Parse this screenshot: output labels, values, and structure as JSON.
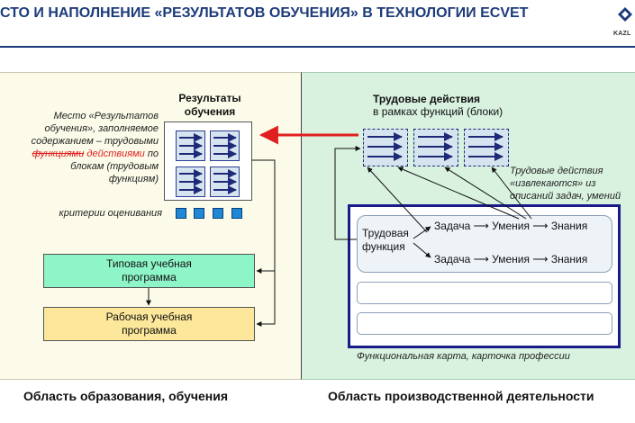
{
  "title": "СТО И НАПОЛНЕНИЕ «РЕЗУЛЬТАТОВ ОБУЧЕНИЯ» В ТЕХНОЛОГИИ ECVET",
  "logo": {
    "name": "KAZL",
    "brand_color": "#1c3b7a",
    "icon": "diamond-logo-icon"
  },
  "left": {
    "results_header_line1": "Результаты",
    "results_header_line2": "обучения",
    "place_desc_line1": "Место «Результатов",
    "place_desc_line2": "обучения», заполняемое",
    "place_desc_line3": "содержанием – трудовыми",
    "place_desc_strike": "функциями",
    "place_desc_red": "действиями",
    "place_desc_po": "по",
    "place_desc_line5": "блокам (трудовым",
    "place_desc_line6": "функциям)",
    "criteria": "критерии оценивания",
    "typical_program_line1": "Типовая учебная",
    "typical_program_line2": "программа",
    "working_program_line1": "Рабочая учебная",
    "working_program_line2": "программа",
    "caption": "Область образования, обучения"
  },
  "right": {
    "labor_header": "Трудовые действия",
    "labor_sub": "в рамках функций (блоки)",
    "extract_line1": "Трудовые действия",
    "extract_line2": "«извлекаются» из",
    "extract_line3": "описаний задач, умений",
    "func_line1": "Трудовая",
    "func_line2": "функция",
    "task_chain1": "Задача ⟶ Умения ⟶ Знания",
    "task_chain2": "Задача ⟶ Умения ⟶ Знания",
    "map_caption": "Функциональная карта, карточка профессии",
    "caption": "Область производственной деятельности"
  },
  "colors": {
    "title_blue": "#1c3b7a",
    "arrow_navy": "#1e2a78",
    "red_arrow": "#e02020",
    "left_bg": "#fcfbe9",
    "right_bg": "#d9f2e0",
    "typical_green": "#8ef5c8",
    "working_yellow": "#fce79a"
  }
}
